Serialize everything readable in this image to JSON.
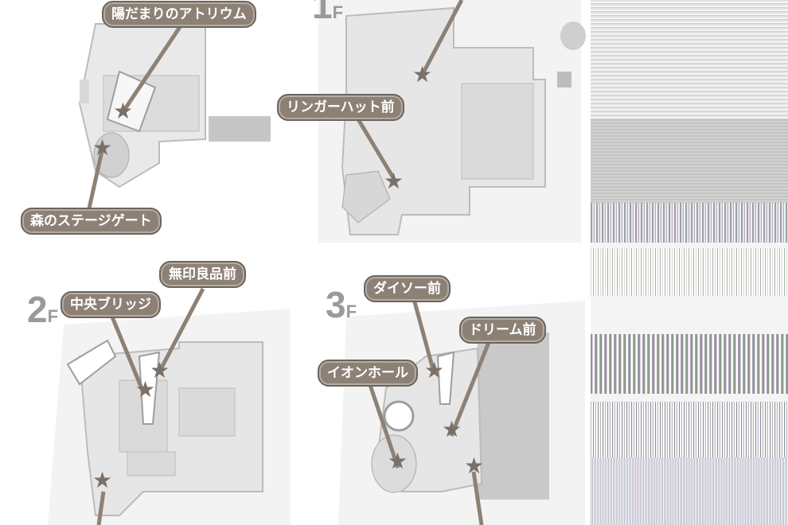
{
  "maps": [
    {
      "id": "b1",
      "floor_number": "",
      "floor_unit": "",
      "callouts": [
        {
          "label": "陽だまりのアトリウム"
        },
        {
          "label": "森のステージゲート"
        }
      ]
    },
    {
      "id": "f1",
      "floor_number": "1",
      "floor_unit": "F",
      "callouts": [
        {
          "label": "リンガーハット前"
        }
      ]
    },
    {
      "id": "f2",
      "floor_number": "2",
      "floor_unit": "F",
      "callouts": [
        {
          "label": "無印良品前"
        },
        {
          "label": "中央ブリッジ"
        }
      ]
    },
    {
      "id": "f3",
      "floor_number": "3",
      "floor_unit": "F",
      "callouts": [
        {
          "label": "ダイソー前"
        },
        {
          "label": "ドリーム前"
        },
        {
          "label": "イオンホール"
        }
      ]
    }
  ],
  "colors": {
    "callout_fill": "#8d8176",
    "map_fill": "#e9e9e9",
    "map_line": "#bcbcbc",
    "building_dark": "#c9c9c9",
    "floor_label": "#9a9a9a"
  },
  "icons": [
    "star-marker-icon"
  ]
}
